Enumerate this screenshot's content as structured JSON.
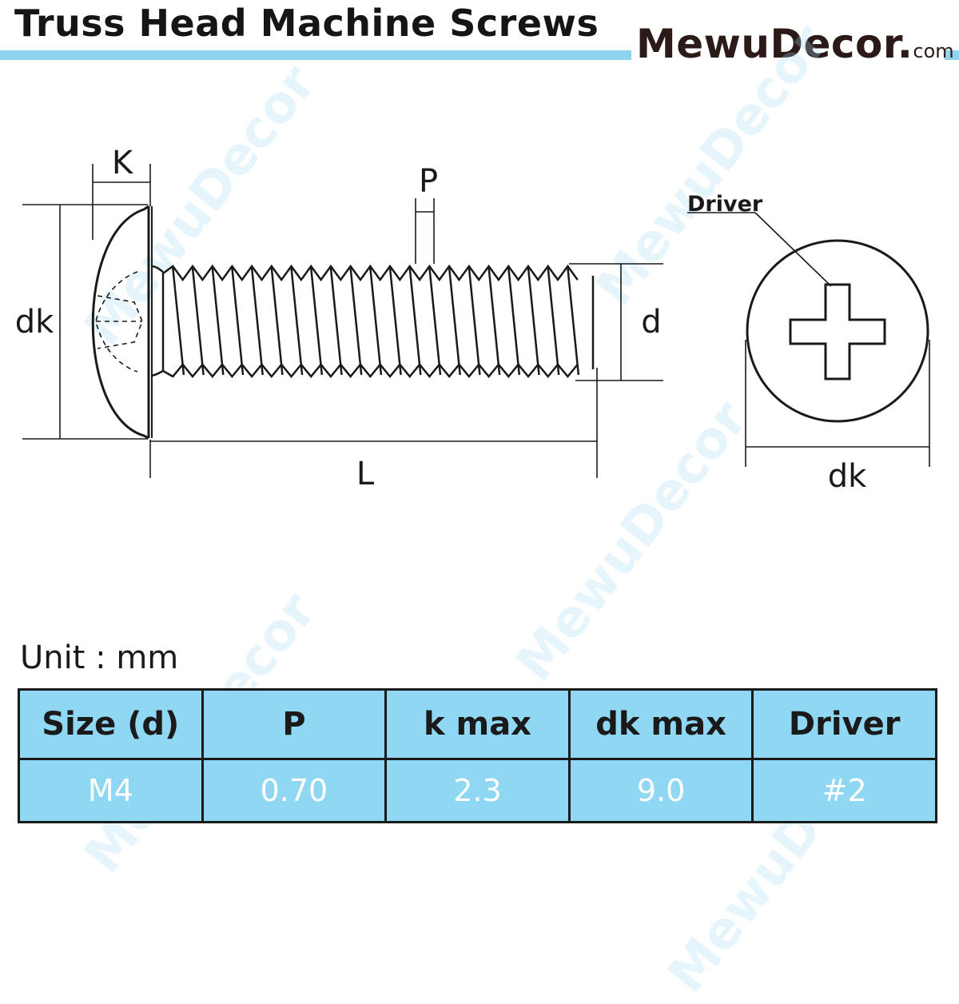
{
  "header": {
    "title": "Truss Head Machine Screws",
    "brand_name": "MewuDecor.",
    "brand_suffix": "com",
    "watermark": "MewuDecor"
  },
  "diagram": {
    "labels": {
      "k": "K",
      "p": "P",
      "dk_left": "dk",
      "d": "d",
      "l": "L",
      "driver": "Driver",
      "dk_right": "dk"
    }
  },
  "unit_label": "Unit : mm",
  "table": {
    "headers": [
      "Size (d)",
      "P",
      "k max",
      "dk max",
      "Driver"
    ],
    "rows": [
      [
        "M4",
        "0.70",
        "2.3",
        "9.0",
        "#2"
      ]
    ]
  },
  "colors": {
    "accent_blue": "#8fd3ef",
    "table_fill": "#8fd7f2",
    "line": "#1a1a1a"
  }
}
